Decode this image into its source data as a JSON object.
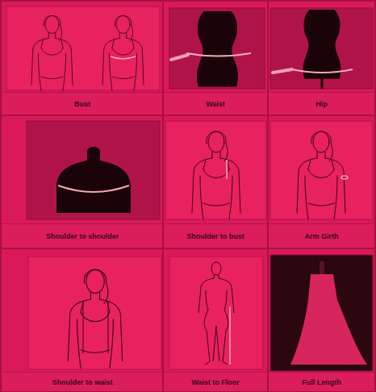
{
  "diagram": {
    "nodes": [
      {
        "text": [
          "Bust"
        ]
      },
      {
        "text": [
          "Waist"
        ]
      },
      {
        "text": [
          "Hip"
        ]
      },
      {
        "text": [
          "Shoulder to shoulder"
        ]
      },
      {
        "text": [
          "Shoulder to bust"
        ]
      },
      {
        "text": [
          "Arm Girth"
        ]
      },
      {
        "text": [
          "Shoulder to waist"
        ]
      },
      {
        "text": [
          "Waist to Floor"
        ]
      },
      {
        "text": [
          "Full Length"
        ]
      }
    ]
  }
}
